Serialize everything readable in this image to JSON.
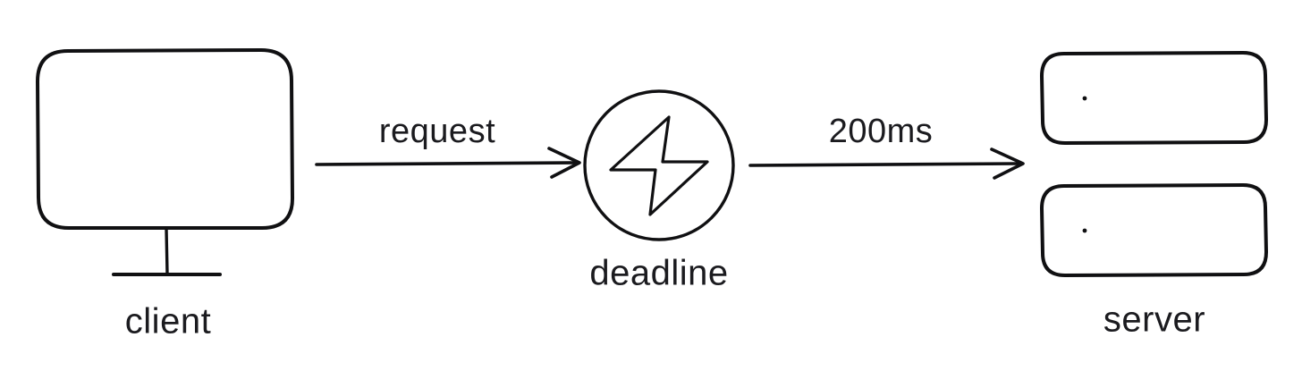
{
  "diagram": {
    "title": "client deadline server request flow",
    "background_color": "#ffffff",
    "stroke_color": "#101012",
    "text_color": "#1b1b1f",
    "nodes": [
      {
        "id": "client",
        "label": "client",
        "shape": "monitor",
        "icon": "monitor-icon"
      },
      {
        "id": "deadline",
        "label": "deadline",
        "shape": "circle",
        "icon": "lightning-bolt-icon"
      },
      {
        "id": "server",
        "label": "server",
        "shape": "stacked-rack",
        "icon": "server-rack-icon",
        "units": [
          {
            "id": "server-unit-top",
            "indicator": "led-dot"
          },
          {
            "id": "server-unit-bottom",
            "indicator": "led-dot"
          }
        ]
      }
    ],
    "edges": [
      {
        "id": "client-to-deadline",
        "label": "request",
        "from": "client",
        "to": "deadline",
        "arrowhead": "open"
      },
      {
        "id": "deadline-to-server",
        "label": "200ms",
        "from": "deadline",
        "to": "server",
        "arrowhead": "open"
      }
    ]
  }
}
